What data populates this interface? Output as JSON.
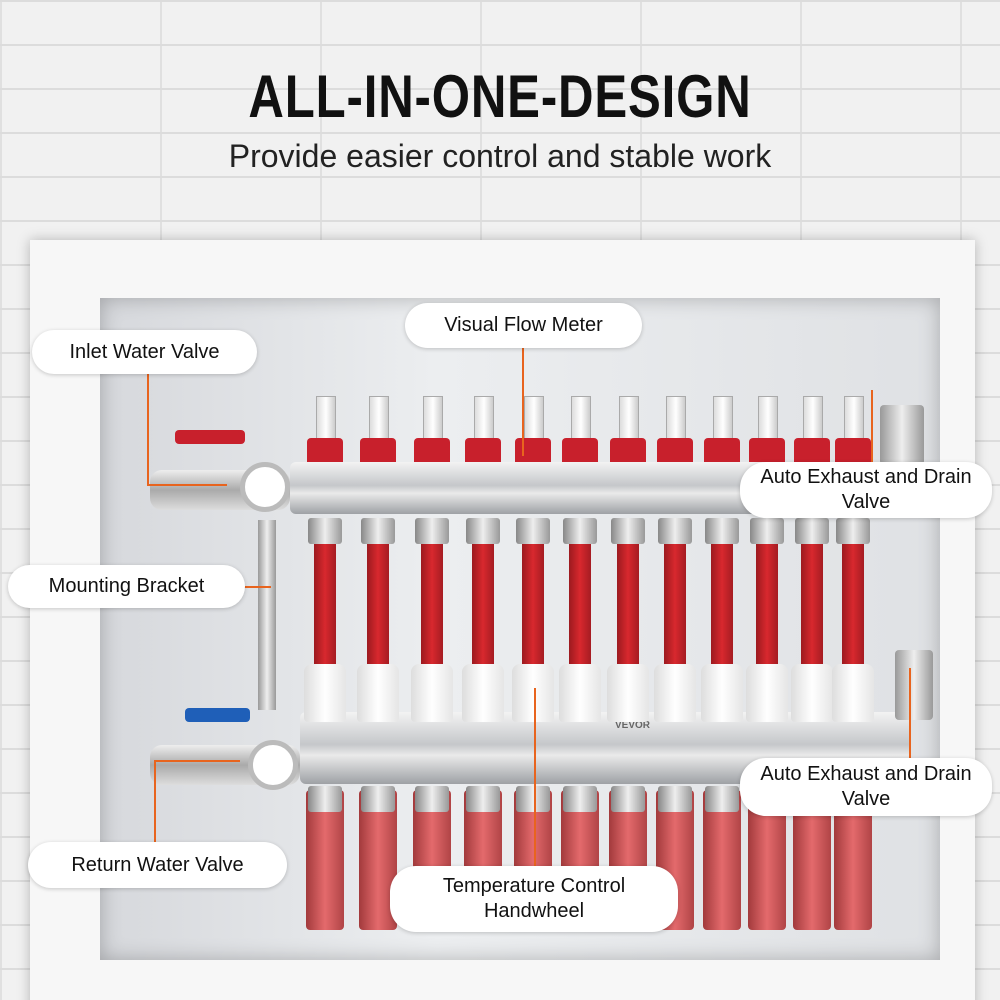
{
  "header": {
    "title": "ALL-IN-ONE-DESIGN",
    "subtitle": "Provide easier control and stable work"
  },
  "product": {
    "brand": "VEVOR",
    "loops": 12
  },
  "labels": {
    "inlet": "Inlet Water Valve",
    "flow_meter": "Visual Flow Meter",
    "auto_exhaust_top": "Auto Exhaust and Drain Valve",
    "bracket": "Mounting Bracket",
    "return": "Return Water Valve",
    "handwheel": "Temperature Control Handwheel",
    "auto_exhaust_bottom": "Auto Exhaust and Drain Valve"
  },
  "colors": {
    "accent": "#e8641e",
    "hose": "#d8282e",
    "inlet_handle": "#c8202c",
    "return_handle": "#1f5fb8"
  }
}
